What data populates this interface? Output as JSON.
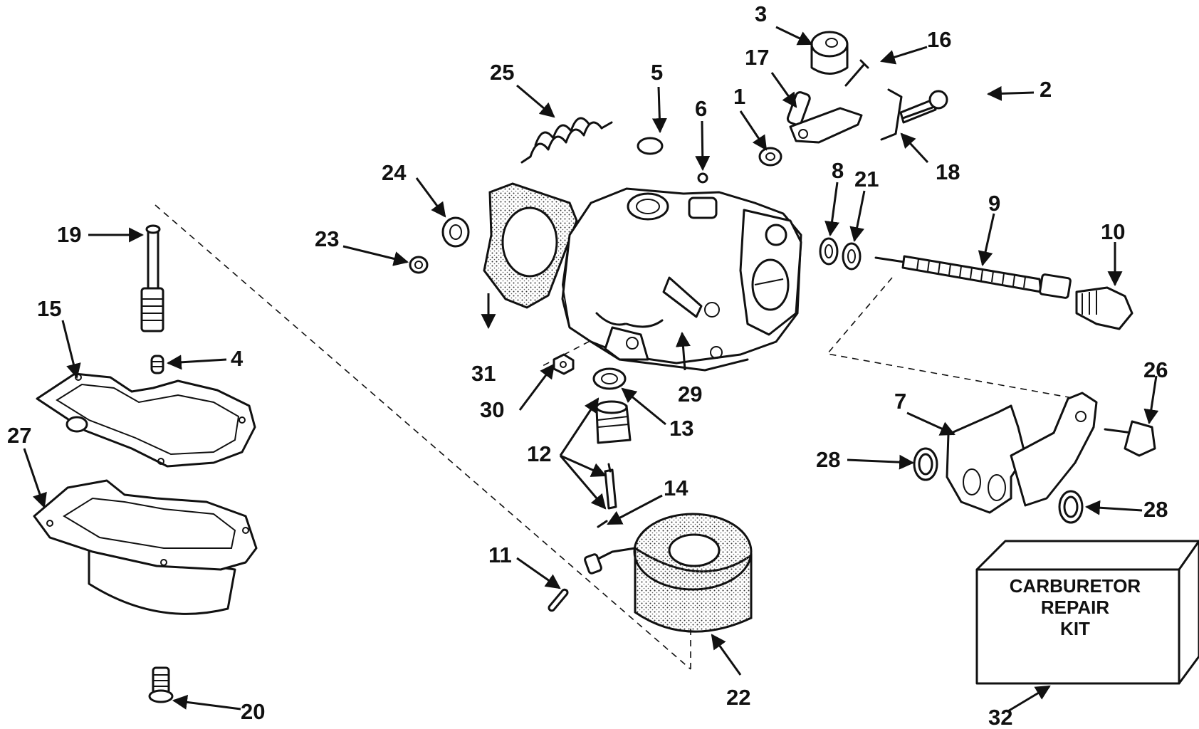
{
  "parts": {
    "p1": "1",
    "p2": "2",
    "p3": "3",
    "p4": "4",
    "p5": "5",
    "p6": "6",
    "p7": "7",
    "p8": "8",
    "p9": "9",
    "p10": "10",
    "p11": "11",
    "p12": "12",
    "p13": "13",
    "p14": "14",
    "p15": "15",
    "p16": "16",
    "p17": "17",
    "p18": "18",
    "p19": "19",
    "p20": "20",
    "p21": "21",
    "p22": "22",
    "p23": "23",
    "p24": "24",
    "p25": "25",
    "p26": "26",
    "p27": "27",
    "p28a": "28",
    "p28b": "28",
    "p29": "29",
    "p30": "30",
    "p31": "31",
    "p32": "32"
  },
  "kit": {
    "line1": "CARBURETOR",
    "line2": "REPAIR",
    "line3": "KIT"
  }
}
